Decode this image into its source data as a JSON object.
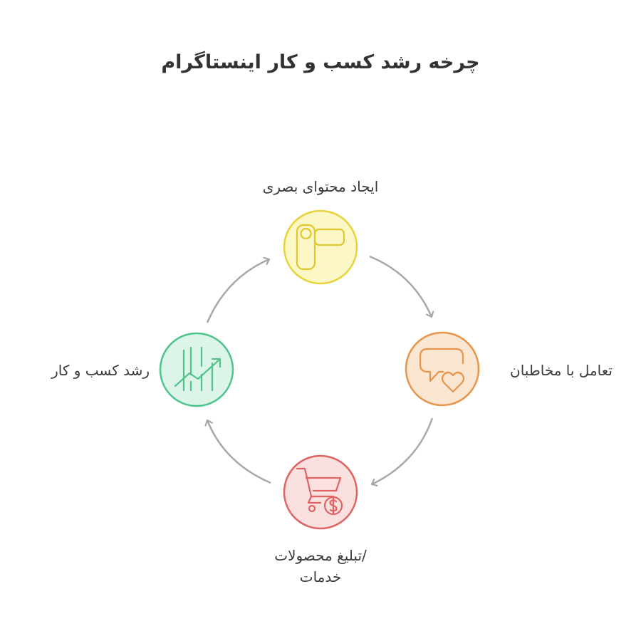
{
  "title": "چرخه رشد کسب و کار اینستاگرام",
  "steps": [
    {
      "label": "ایجاد محتوای بصری",
      "icon": "video-camera-icon",
      "color": "#e8d33a",
      "fill": "#fbf7c6"
    },
    {
      "label": "تعامل با مخاطبان",
      "icon": "chat-heart-icon",
      "color": "#e8944a",
      "fill": "#fbe6d2"
    },
    {
      "label_line1": "/تبلیغ محصولات",
      "label_line2": "خدمات",
      "icon": "cart-dollar-icon",
      "color": "#e06363",
      "fill": "#fbe0e0"
    },
    {
      "label": "رشد کسب و کار",
      "icon": "growth-chart-icon",
      "color": "#4fc48a",
      "fill": "#dcf5e8"
    }
  ],
  "arrow_color": "#a8a8a8"
}
